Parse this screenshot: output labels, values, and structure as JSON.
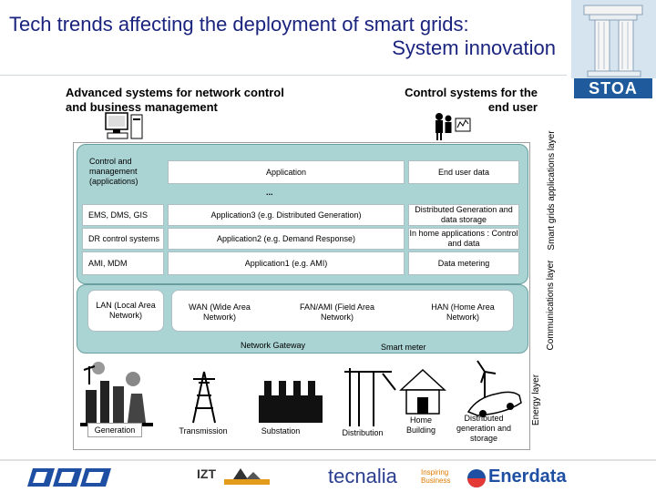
{
  "title": {
    "line1": "Tech trends affecting the deployment of smart grids:",
    "line2": "System innovation"
  },
  "logo_stoa": "STOA",
  "headings": {
    "left": "Advanced systems for network control and business management",
    "right_line1": "Control systems for the",
    "right_line2": "end user"
  },
  "layers": {
    "apps": "Smart grids applications layer",
    "comm": "Communications layer",
    "energy": "Energy layer"
  },
  "apps": {
    "row0_left": "Control and management (applications)",
    "row0_mid": "Application",
    "row0_right": "End user data",
    "dots": "...",
    "row1_left": "EMS, DMS, GIS",
    "row1_mid": "Application3 (e.g. Distributed Generation)",
    "row1_right": "Distributed Generation and data storage",
    "row2_left": "DR control systems",
    "row2_mid": "Application2 (e.g. Demand Response)",
    "row2_right": "In home applications : Control and data",
    "row3_left": "AMI, MDM",
    "row3_mid": "Application1 (e.g. AMI)",
    "row3_right": "Data metering"
  },
  "comm": {
    "lan": "LAN (Local Area Network)",
    "wan": "WAN (Wide Area Network)",
    "fan": "FAN/AMI (Field Area Network)",
    "han": "HAN (Home Area Network)",
    "gateway": "Network Gateway",
    "smart_meter": "Smart meter"
  },
  "energy": {
    "generation": "Generation",
    "transmission": "Transmission",
    "substation": "Substation",
    "distribution": "Distribution",
    "home": "Home Building",
    "dg": "Distributed generation and storage"
  },
  "footer": {
    "izt": "IZT",
    "tecnalia": "tecnalia",
    "inspiring": "Inspiring Business",
    "enerdata": "Enerdata"
  },
  "colors": {
    "title": "#1a237e",
    "layer": "#aad3d3",
    "stoa_blue": "#1f5b9c"
  }
}
